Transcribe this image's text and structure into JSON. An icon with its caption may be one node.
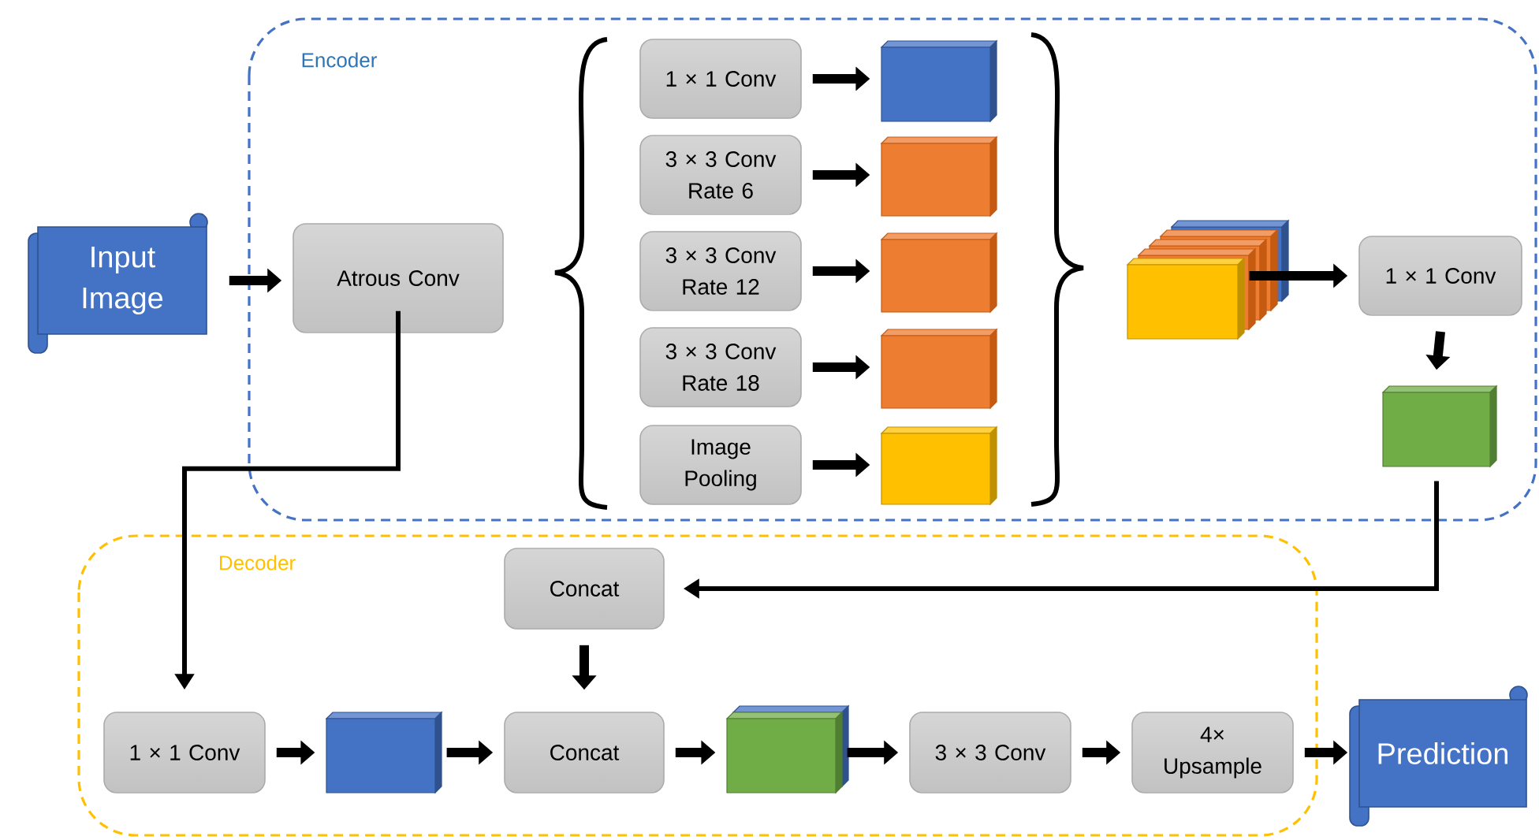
{
  "diagram": {
    "nodes": [
      {
        "text": [
          "Encoder"
        ]
      },
      {
        "text": [
          "Input Image"
        ]
      },
      {
        "text": [
          "Atrous Conv"
        ],
        "in": 0
      },
      {
        "text": [
          "1 × 1 Conv"
        ],
        "in": 0
      },
      {
        "text": [
          "3 × 3 Conv Rate 6"
        ],
        "in": 0
      },
      {
        "text": [
          "3 × 3 Conv Rate 12"
        ],
        "in": 0
      },
      {
        "text": [
          "3 × 3 Conv Rate 18"
        ],
        "in": 0
      },
      {
        "text": [
          "Image Pooling"
        ],
        "in": 0
      },
      {
        "text": [],
        "shape": "box",
        "in": 0
      },
      {
        "text": [],
        "shape": "box",
        "in": 0
      },
      {
        "text": [],
        "shape": "box",
        "in": 0
      },
      {
        "text": [],
        "shape": "box",
        "in": 0
      },
      {
        "text": [],
        "shape": "box",
        "in": 0
      },
      {
        "text": [],
        "shape": "box",
        "in": 0
      },
      {
        "text": [
          "1 × 1 Conv"
        ],
        "in": 0
      },
      {
        "text": [],
        "shape": "box",
        "in": 0
      },
      {
        "text": [
          "Decoder"
        ]
      },
      {
        "text": [
          "Concat"
        ],
        "in": 16
      },
      {
        "text": [
          "1 × 1 Conv"
        ],
        "in": 16
      },
      {
        "text": [],
        "shape": "box",
        "in": 16
      },
      {
        "text": [
          "Concat"
        ],
        "in": 16
      },
      {
        "text": [],
        "shape": "box",
        "in": 16
      },
      {
        "text": [
          "3 × 3 Conv"
        ],
        "in": 16
      },
      {
        "text": [
          "4× Upsample"
        ],
        "in": 16
      },
      {
        "text": [
          "Prediction"
        ]
      }
    ],
    "edges": [
      {
        "from": 1,
        "to": 2,
        "arrow": "to"
      },
      {
        "from": 3,
        "to": 8,
        "arrow": "to"
      },
      {
        "from": 4,
        "to": 9,
        "arrow": "to"
      },
      {
        "from": 5,
        "to": 10,
        "arrow": "to"
      },
      {
        "from": 6,
        "to": 11,
        "arrow": "to"
      },
      {
        "from": 7,
        "to": 12,
        "arrow": "to"
      },
      {
        "from": 13,
        "to": 14,
        "arrow": "to"
      },
      {
        "from": 14,
        "to": 15,
        "arrow": "to"
      },
      {
        "from": 15,
        "to": 17,
        "arrow": "to"
      },
      {
        "from": 2,
        "to": 18,
        "arrow": "to"
      },
      {
        "from": 18,
        "to": 19,
        "arrow": "to"
      },
      {
        "from": 19,
        "to": 20,
        "arrow": "to"
      },
      {
        "from": 17,
        "to": 20,
        "arrow": "to"
      },
      {
        "from": 20,
        "to": 21,
        "arrow": "to"
      },
      {
        "from": 21,
        "to": 22,
        "arrow": "to"
      },
      {
        "from": 22,
        "to": 23,
        "arrow": "to"
      },
      {
        "from": 23,
        "to": 24,
        "arrow": "to"
      }
    ]
  }
}
